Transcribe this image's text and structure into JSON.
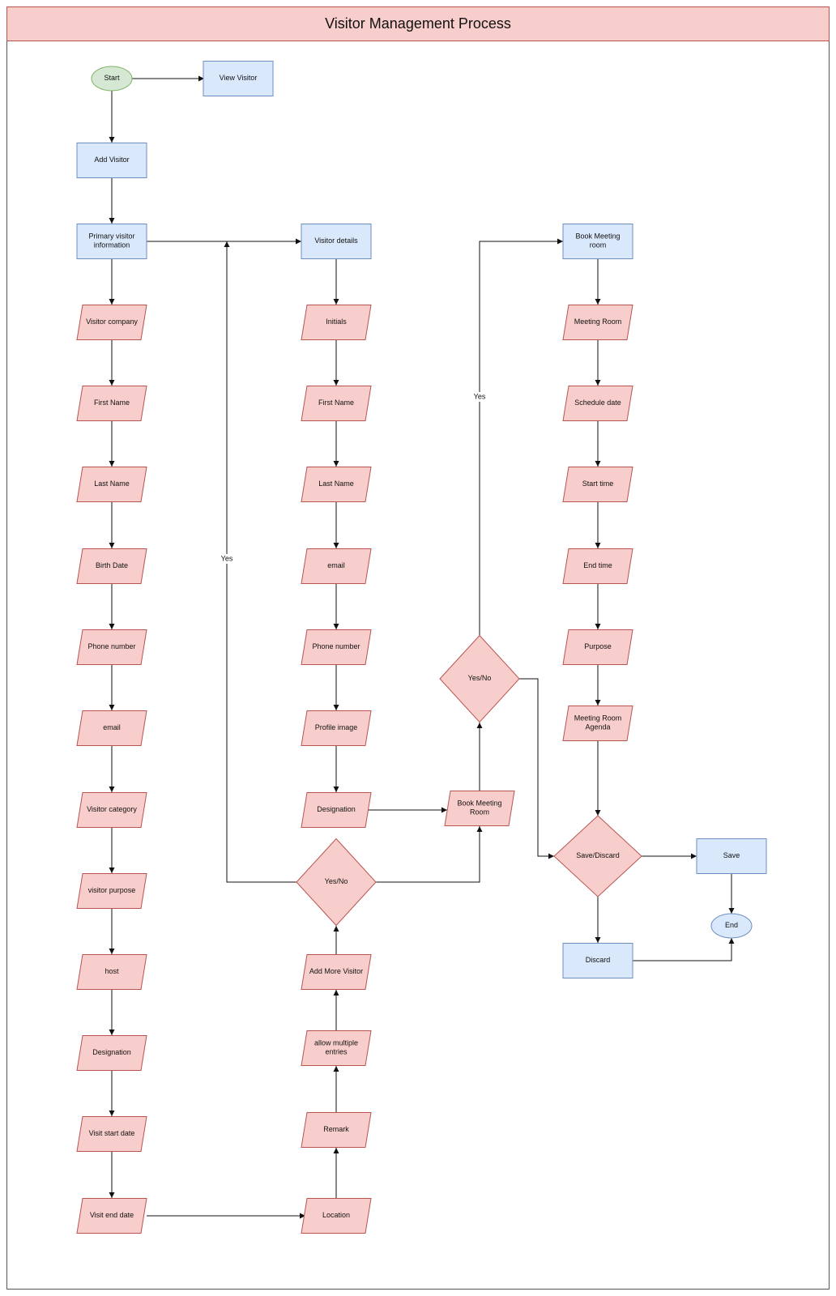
{
  "title": "Visitor Management Process",
  "colors": {
    "terminator_fill": "#d5e8d4",
    "terminator_stroke": "#82b366",
    "end_fill": "#dae8fc",
    "end_stroke": "#6c8ebf",
    "process_fill": "#dae8fc",
    "process_stroke": "#6c8ebf",
    "io_fill": "#f8cecc",
    "io_stroke": "#b85450"
  },
  "nodes": [
    {
      "id": "start",
      "label": "Start"
    },
    {
      "id": "view-visitor",
      "label": "View Visitor"
    },
    {
      "id": "add-visitor",
      "label": "Add Visitor"
    },
    {
      "id": "primary-info",
      "label": "Primary visitor information"
    },
    {
      "id": "visitor-company",
      "label": "Visitor company"
    },
    {
      "id": "first-name-1",
      "label": "First Name"
    },
    {
      "id": "last-name-1",
      "label": "Last Name"
    },
    {
      "id": "birth-date",
      "label": "Birth Date"
    },
    {
      "id": "phone-1",
      "label": "Phone number"
    },
    {
      "id": "email-1",
      "label": "email"
    },
    {
      "id": "visitor-category",
      "label": "Visitor category"
    },
    {
      "id": "visitor-purpose",
      "label": "visitor purpose"
    },
    {
      "id": "host",
      "label": "host"
    },
    {
      "id": "designation-1",
      "label": "Designation"
    },
    {
      "id": "visit-start",
      "label": "Visit start date"
    },
    {
      "id": "visit-end",
      "label": "Visit end date"
    },
    {
      "id": "visitor-details",
      "label": "Visitor details"
    },
    {
      "id": "initials",
      "label": "Initials"
    },
    {
      "id": "first-name-2",
      "label": "First Name"
    },
    {
      "id": "last-name-2",
      "label": "Last Name"
    },
    {
      "id": "email-2",
      "label": "email"
    },
    {
      "id": "phone-2",
      "label": "Phone number"
    },
    {
      "id": "profile-image",
      "label": "Profile image"
    },
    {
      "id": "designation-2",
      "label": "Designation"
    },
    {
      "id": "yesno-1",
      "label": "Yes/No"
    },
    {
      "id": "add-more",
      "label": "Add More Visitor"
    },
    {
      "id": "allow-multiple",
      "label": "allow multiple entries"
    },
    {
      "id": "remark",
      "label": "Remark"
    },
    {
      "id": "location",
      "label": "Location"
    },
    {
      "id": "book-meeting-room-io",
      "label": "Book Meeting Room"
    },
    {
      "id": "yesno-2",
      "label": "Yes/No"
    },
    {
      "id": "book-meeting-room",
      "label": "Book Meeting room"
    },
    {
      "id": "meeting-room",
      "label": "Meeting Room"
    },
    {
      "id": "schedule-date",
      "label": "Schedule date"
    },
    {
      "id": "start-time",
      "label": "Start time"
    },
    {
      "id": "end-time",
      "label": "End time"
    },
    {
      "id": "purpose",
      "label": "Purpose"
    },
    {
      "id": "meeting-agenda",
      "label": "Meeting Room Agenda"
    },
    {
      "id": "save-discard",
      "label": "Save/Discard"
    },
    {
      "id": "save",
      "label": "Save"
    },
    {
      "id": "discard",
      "label": "Discard"
    },
    {
      "id": "end",
      "label": "End"
    }
  ],
  "edge_labels": [
    {
      "id": "yes-1",
      "label": "Yes"
    },
    {
      "id": "yes-2",
      "label": "Yes"
    }
  ]
}
